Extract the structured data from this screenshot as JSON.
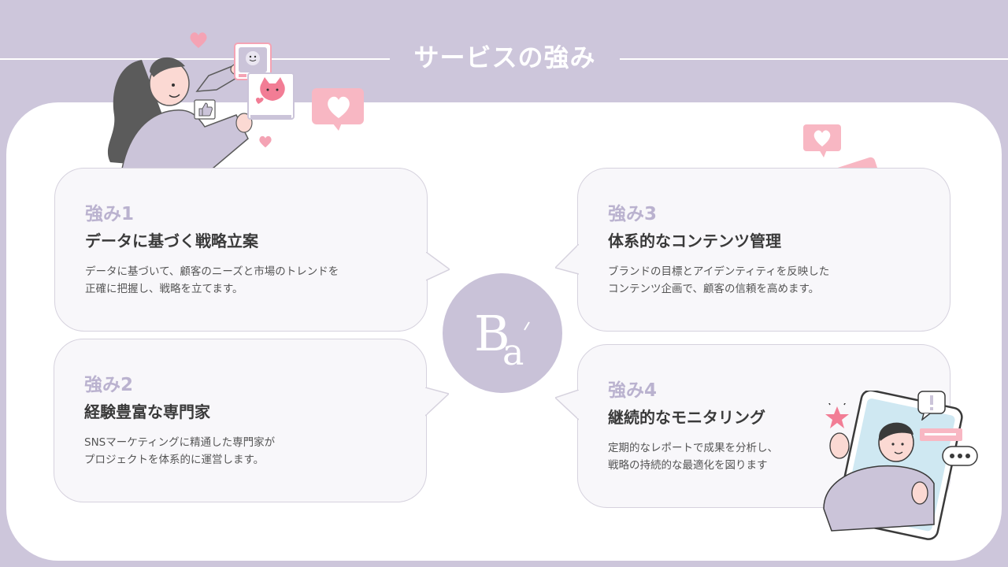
{
  "header": {
    "title": "サービスの強み"
  },
  "strengths": [
    {
      "num": "強み1",
      "heading": "データに基づく戦略立案",
      "desc": "データに基づいて、顧客のニーズと市場のトレンドを\n正確に把握し、戦略を立てます。"
    },
    {
      "num": "強み2",
      "heading": "経験豊富な専門家",
      "desc": "SNSマーケティングに精通した専門家が\nプロジェクトを体系的に運営します。"
    },
    {
      "num": "強み3",
      "heading": "体系的なコンテンツ管理",
      "desc": "ブランドの目標とアイデンティティを反映した\nコンテンツ企画で、顧客の信頼を高めます。"
    },
    {
      "num": "強み4",
      "heading": "継続的なモニタリング",
      "desc": "定期的なレポートで成果を分析し、\n戦略の持続的な最適化を図ります"
    }
  ],
  "colors": {
    "background": "#cdc6db",
    "accent": "#bab2cf",
    "pink": "#f4a3b4",
    "panel": "#ffffff"
  },
  "icons": [
    "heart-icon",
    "smiley-icon",
    "cat-icon",
    "thumbs-up-icon",
    "star-icon",
    "exclamation-icon",
    "chat-dots-icon"
  ]
}
